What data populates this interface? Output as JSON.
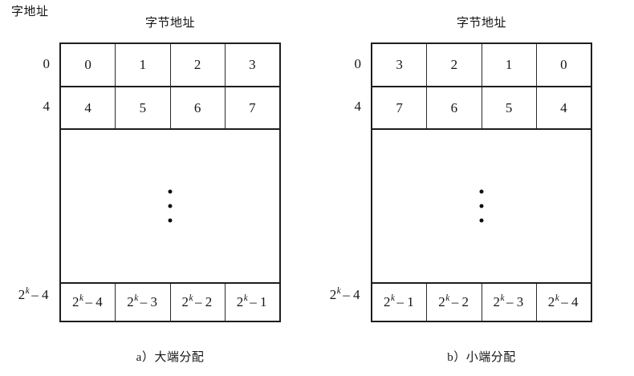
{
  "figure": {
    "word_address_heading": "字地址",
    "byte_address_heading": "字节地址",
    "ellipsis_symbol": "⋮"
  },
  "panels": [
    {
      "id": "big-endian",
      "caption": "a）大端分配",
      "byte_address_heading": "字节地址",
      "word_labels": [
        {
          "base": "0",
          "exp": "",
          "tail": ""
        },
        {
          "base": "4",
          "exp": "",
          "tail": ""
        },
        {
          "base": "2",
          "exp": "k",
          "tail": "– 4"
        }
      ],
      "rows": [
        {
          "name": "row-word-0",
          "cells": [
            {
              "base": "0",
              "exp": "",
              "tail": ""
            },
            {
              "base": "1",
              "exp": "",
              "tail": ""
            },
            {
              "base": "2",
              "exp": "",
              "tail": ""
            },
            {
              "base": "3",
              "exp": "",
              "tail": ""
            }
          ]
        },
        {
          "name": "row-word-4",
          "cells": [
            {
              "base": "4",
              "exp": "",
              "tail": ""
            },
            {
              "base": "5",
              "exp": "",
              "tail": ""
            },
            {
              "base": "6",
              "exp": "",
              "tail": ""
            },
            {
              "base": "7",
              "exp": "",
              "tail": ""
            }
          ]
        },
        {
          "name": "row-word-last",
          "cells": [
            {
              "base": "2",
              "exp": "k",
              "tail": "– 4"
            },
            {
              "base": "2",
              "exp": "k",
              "tail": "– 3"
            },
            {
              "base": "2",
              "exp": "k",
              "tail": "– 2"
            },
            {
              "base": "2",
              "exp": "k",
              "tail": "– 1"
            }
          ]
        }
      ]
    },
    {
      "id": "little-endian",
      "caption": "b）小端分配",
      "byte_address_heading": "字节地址",
      "word_labels": [
        {
          "base": "0",
          "exp": "",
          "tail": ""
        },
        {
          "base": "4",
          "exp": "",
          "tail": ""
        },
        {
          "base": "2",
          "exp": "k",
          "tail": "– 4"
        }
      ],
      "rows": [
        {
          "name": "row-word-0",
          "cells": [
            {
              "base": "3",
              "exp": "",
              "tail": ""
            },
            {
              "base": "2",
              "exp": "",
              "tail": ""
            },
            {
              "base": "1",
              "exp": "",
              "tail": ""
            },
            {
              "base": "0",
              "exp": "",
              "tail": ""
            }
          ]
        },
        {
          "name": "row-word-4",
          "cells": [
            {
              "base": "7",
              "exp": "",
              "tail": ""
            },
            {
              "base": "6",
              "exp": "",
              "tail": ""
            },
            {
              "base": "5",
              "exp": "",
              "tail": ""
            },
            {
              "base": "4",
              "exp": "",
              "tail": ""
            }
          ]
        },
        {
          "name": "row-word-last",
          "cells": [
            {
              "base": "2",
              "exp": "k",
              "tail": "– 1"
            },
            {
              "base": "2",
              "exp": "k",
              "tail": "– 2"
            },
            {
              "base": "2",
              "exp": "k",
              "tail": "– 3"
            },
            {
              "base": "2",
              "exp": "k",
              "tail": "– 4"
            }
          ]
        }
      ]
    }
  ],
  "colors": {
    "background": "#ffffff",
    "ink": "#161616",
    "border": "#1d1d1d",
    "inner_border": "#2a2a2a"
  }
}
